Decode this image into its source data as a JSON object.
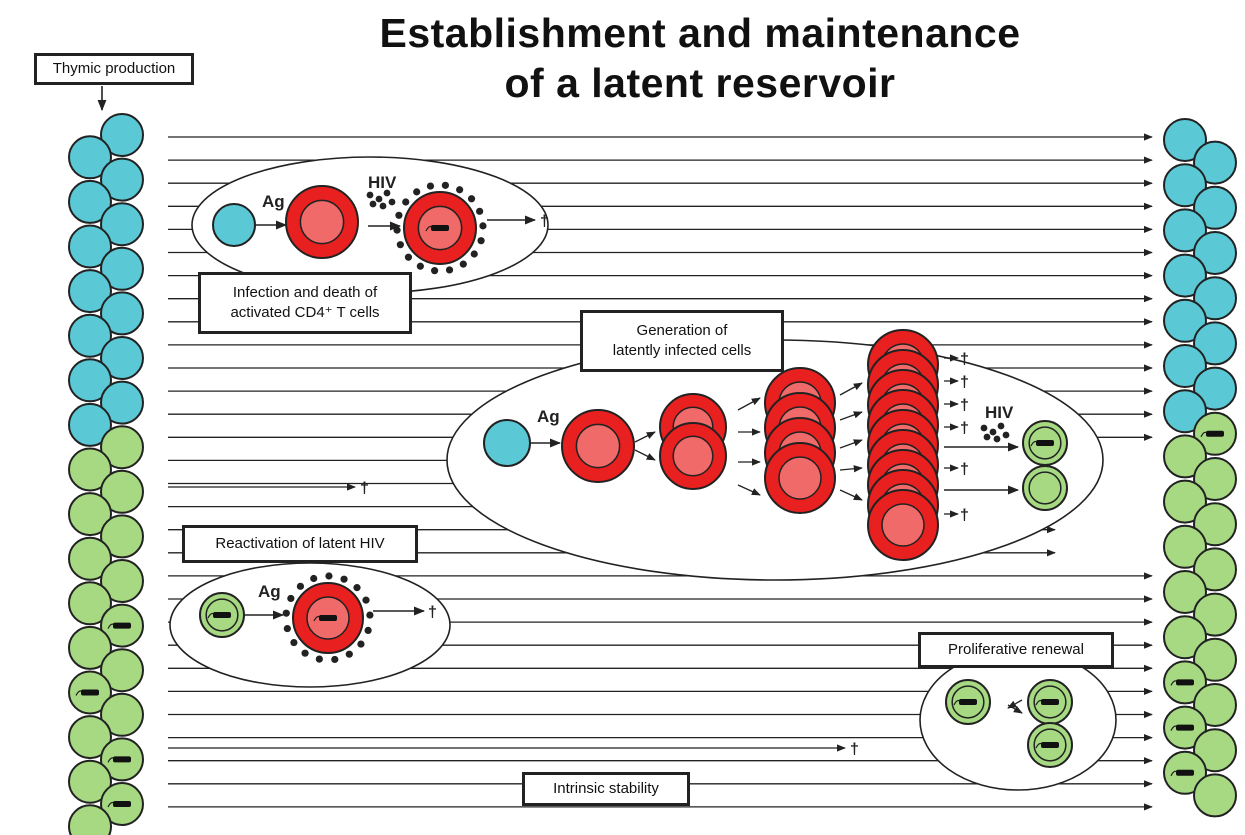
{
  "title": {
    "line1": "Establishment and maintenance",
    "line2": "of a latent reservoir"
  },
  "labels": {
    "thymic": "Thymic production",
    "infection_line1": "Infection and death of",
    "infection_line2": "activated CD4⁺ T cells",
    "generation_line1": "Generation of",
    "generation_line2": "latently infected cells",
    "reactivation": "Reactivation of latent HIV",
    "proliferative": "Proliferative renewal",
    "stability": "Intrinsic stability"
  },
  "annotations": {
    "ag": "Ag",
    "hiv": "HIV",
    "death": "†"
  },
  "colors": {
    "naive_cell": "#5bc8d6",
    "memory_cell": "#a6d982",
    "activated_cell": "#e8201f",
    "activated_nucleus": "#f06a6a",
    "outline": "#222222"
  }
}
